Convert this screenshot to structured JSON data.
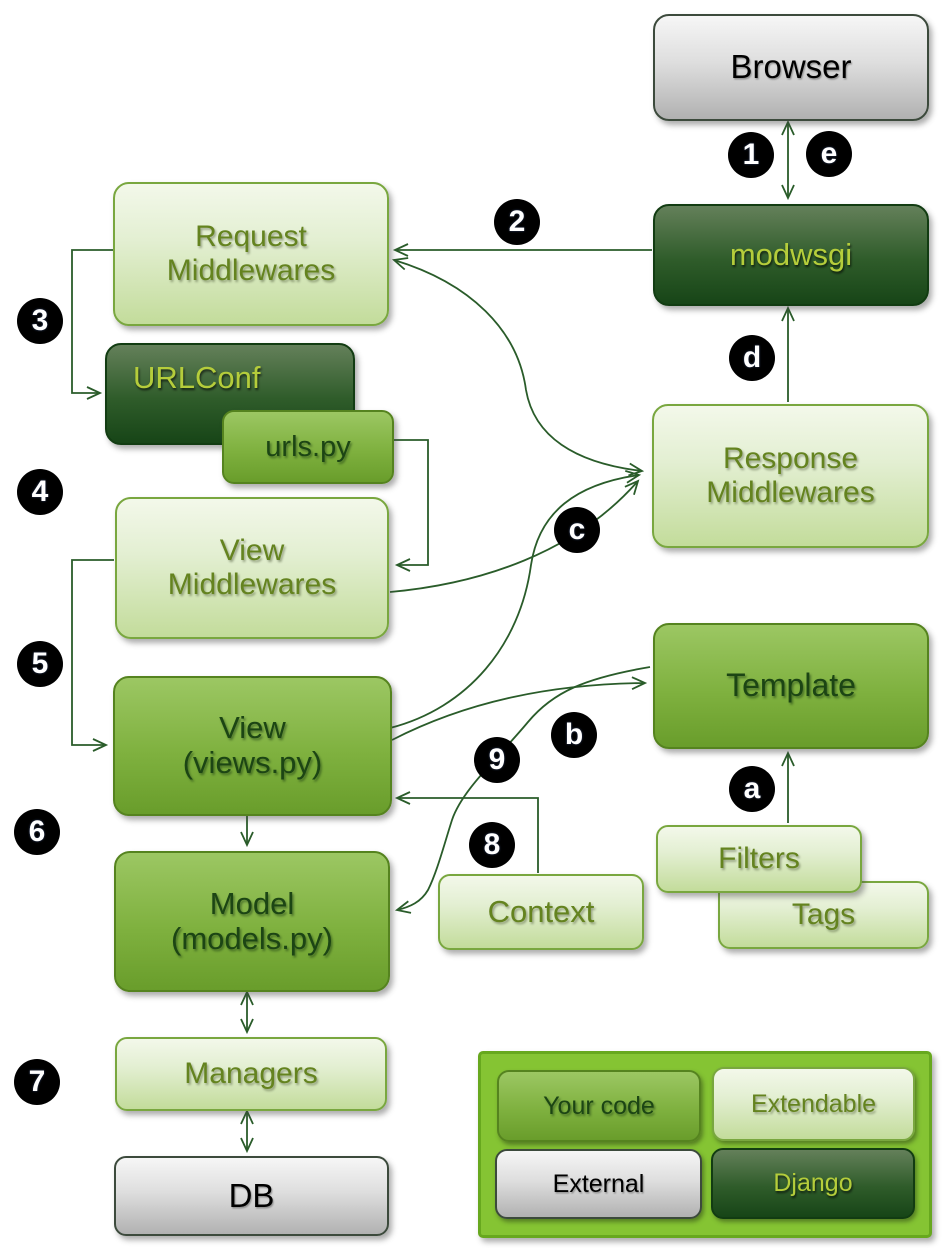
{
  "nodes": {
    "browser": {
      "label": "Browser",
      "category": "external"
    },
    "modwsgi": {
      "label": "modwsgi",
      "category": "django"
    },
    "request_mw": {
      "label": "Request\nMiddlewares",
      "category": "extendable"
    },
    "urlconf": {
      "label": "URLConf",
      "category": "django"
    },
    "urls_py": {
      "label": "urls.py",
      "category": "your_code"
    },
    "view_mw": {
      "label": "View\nMiddlewares",
      "category": "extendable"
    },
    "view": {
      "label": "View\n(views.py)",
      "category": "your_code"
    },
    "model": {
      "label": "Model\n(models.py)",
      "category": "your_code"
    },
    "managers": {
      "label": "Managers",
      "category": "extendable"
    },
    "db": {
      "label": "DB",
      "category": "external"
    },
    "response_mw": {
      "label": "Response\nMiddlewares",
      "category": "extendable"
    },
    "template": {
      "label": "Template",
      "category": "your_code"
    },
    "filters": {
      "label": "Filters",
      "category": "extendable"
    },
    "tags": {
      "label": "Tags",
      "category": "extendable"
    },
    "context": {
      "label": "Context",
      "category": "extendable"
    }
  },
  "badges": {
    "n1": "1",
    "n2": "2",
    "n3": "3",
    "n4": "4",
    "n5": "5",
    "n6": "6",
    "n7": "7",
    "n8": "8",
    "n9": "9",
    "a": "a",
    "b": "b",
    "c": "c",
    "d": "d",
    "e": "e"
  },
  "edges": [
    {
      "badges": [
        "1",
        "e"
      ],
      "from": "browser",
      "to": "modwsgi",
      "style": "bidirectional"
    },
    {
      "badges": [
        "2"
      ],
      "from": "modwsgi",
      "to": "request_mw",
      "style": "straight"
    },
    {
      "badges": [],
      "from": "request_mw",
      "to": "response_mw",
      "style": "bidirectional-curve"
    },
    {
      "badges": [
        "3"
      ],
      "from": "request_mw",
      "to": "urlconf",
      "style": "elbow"
    },
    {
      "badges": [
        "4"
      ],
      "from": "urls_py",
      "to": "view_mw",
      "style": "elbow"
    },
    {
      "badges": [
        "5"
      ],
      "from": "view_mw",
      "to": "view",
      "style": "elbow"
    },
    {
      "badges": [
        "6"
      ],
      "from": "view",
      "to": "model",
      "style": "straight"
    },
    {
      "badges": [
        "7"
      ],
      "from": "model",
      "to": "managers",
      "style": "bidirectional"
    },
    {
      "badges": [
        "7"
      ],
      "from": "managers",
      "to": "db",
      "style": "bidirectional"
    },
    {
      "badges": [
        "8"
      ],
      "from": "context",
      "to": "view",
      "style": "elbow"
    },
    {
      "badges": [
        "9"
      ],
      "from": "template",
      "to": "model",
      "style": "curve"
    },
    {
      "badges": [
        "a"
      ],
      "from": "filters",
      "to": "template",
      "style": "straight"
    },
    {
      "badges": [
        "b"
      ],
      "from": "view",
      "to": "template",
      "style": "curve"
    },
    {
      "badges": [],
      "from": "view_mw",
      "to": "response_mw",
      "style": "curve"
    },
    {
      "badges": [
        "c"
      ],
      "from": "view",
      "to": "response_mw",
      "style": "curve"
    },
    {
      "badges": [
        "d"
      ],
      "from": "response_mw",
      "to": "modwsgi",
      "style": "straight"
    }
  ],
  "legend": {
    "items": [
      {
        "label": "Your code",
        "category": "your_code"
      },
      {
        "label": "Extendable",
        "category": "extendable"
      },
      {
        "label": "External",
        "category": "external"
      },
      {
        "label": "Django",
        "category": "django"
      }
    ]
  },
  "colors": {
    "your_code": "#7fb13f",
    "extendable": "#dcebc5",
    "external": "#cfcfcf",
    "django": "#2f5c2a",
    "arrow": "#2a5c2a",
    "badge_bg": "#000000",
    "badge_text": "#ffffff",
    "legend_panel": "#85c433"
  }
}
